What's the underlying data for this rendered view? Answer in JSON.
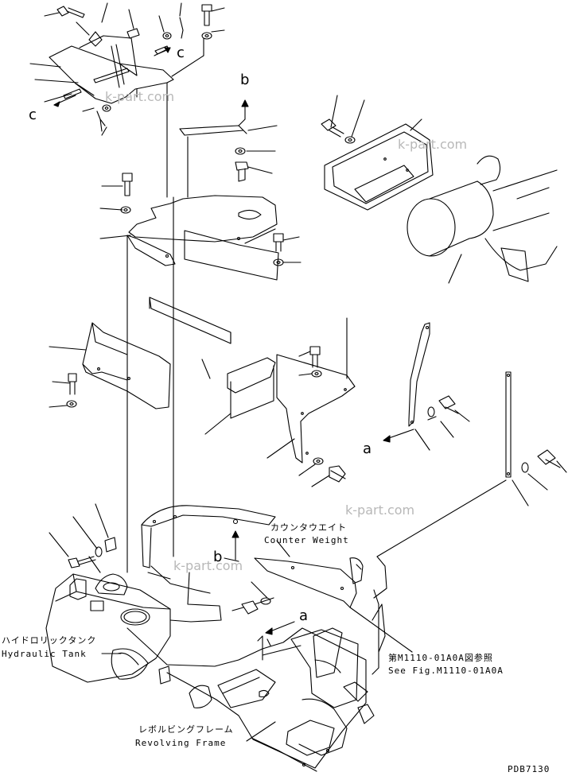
{
  "labels": {
    "c": "c",
    "b": "b",
    "a": "a"
  },
  "counterweight": {
    "jp": "カウンタウエイト",
    "en": "Counter Weight"
  },
  "hydraulic_tank": {
    "jp": "ハイドロリックタンク",
    "en": "Hydraulic Tank"
  },
  "revolving_frame": {
    "jp": "レボルビングフレーム",
    "en": "Revolving Frame"
  },
  "reference": {
    "jp": "第M1110-01A0A図参照",
    "en": "See Fig.M1110-01A0A"
  },
  "watermark": "k-part.com",
  "drawing_code": "PDB7130",
  "colors": {
    "line": "#000000",
    "watermark": "#b8b8b8",
    "background": "#ffffff"
  }
}
